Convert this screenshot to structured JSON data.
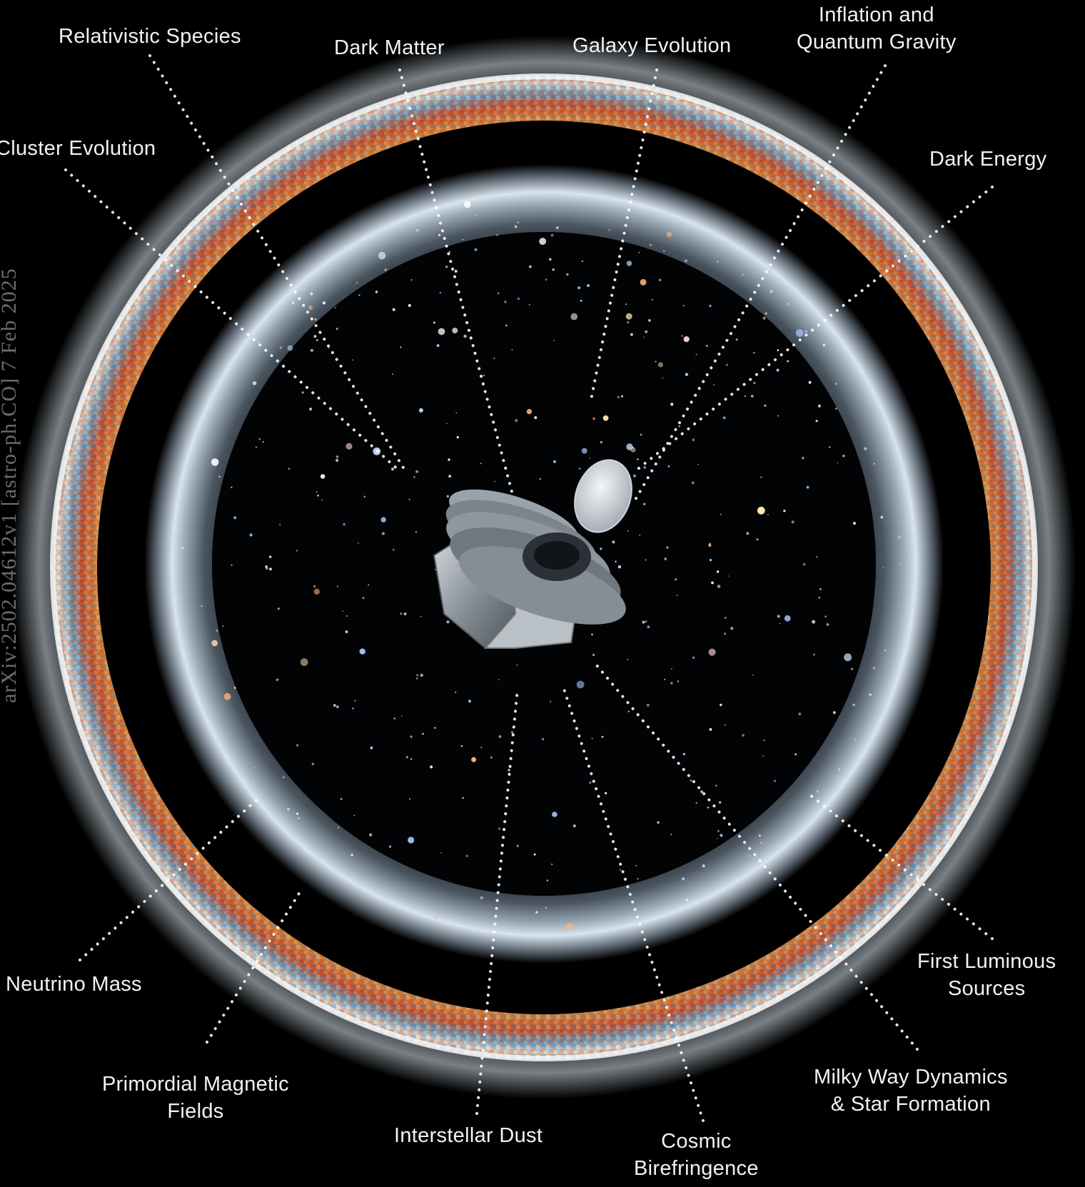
{
  "watermark": "arXiv:2502.04612v1 [astro-ph.CO] 7 Feb 2025",
  "labels": {
    "relativistic_species": "Relativistic Species",
    "dark_matter": "Dark Matter",
    "galaxy_evolution": "Galaxy Evolution",
    "inflation": [
      "Inflation and",
      "Quantum Gravity"
    ],
    "cluster_evolution": "Cluster Evolution",
    "dark_energy": "Dark Energy",
    "first_luminous": [
      "First Luminous",
      "Sources"
    ],
    "neutrino_mass": "Neutrino Mass",
    "primordial_magnetic": [
      "Primordial Magnetic",
      "Fields"
    ],
    "interstellar_dust": "Interstellar Dust",
    "cosmic_birefringence": [
      "Cosmic",
      "Birefringence"
    ],
    "milky_way": [
      "Milky Way Dynamics",
      "& Star Formation"
    ]
  },
  "colors": {
    "background": "#000000",
    "cmb_warm": "#d9742e",
    "cmb_cool": "#3a7fc0",
    "glow": "#e8f1f8",
    "label_text": "#f2f2f2"
  },
  "icons": {
    "spacecraft": "satellite-telescope-icon"
  }
}
